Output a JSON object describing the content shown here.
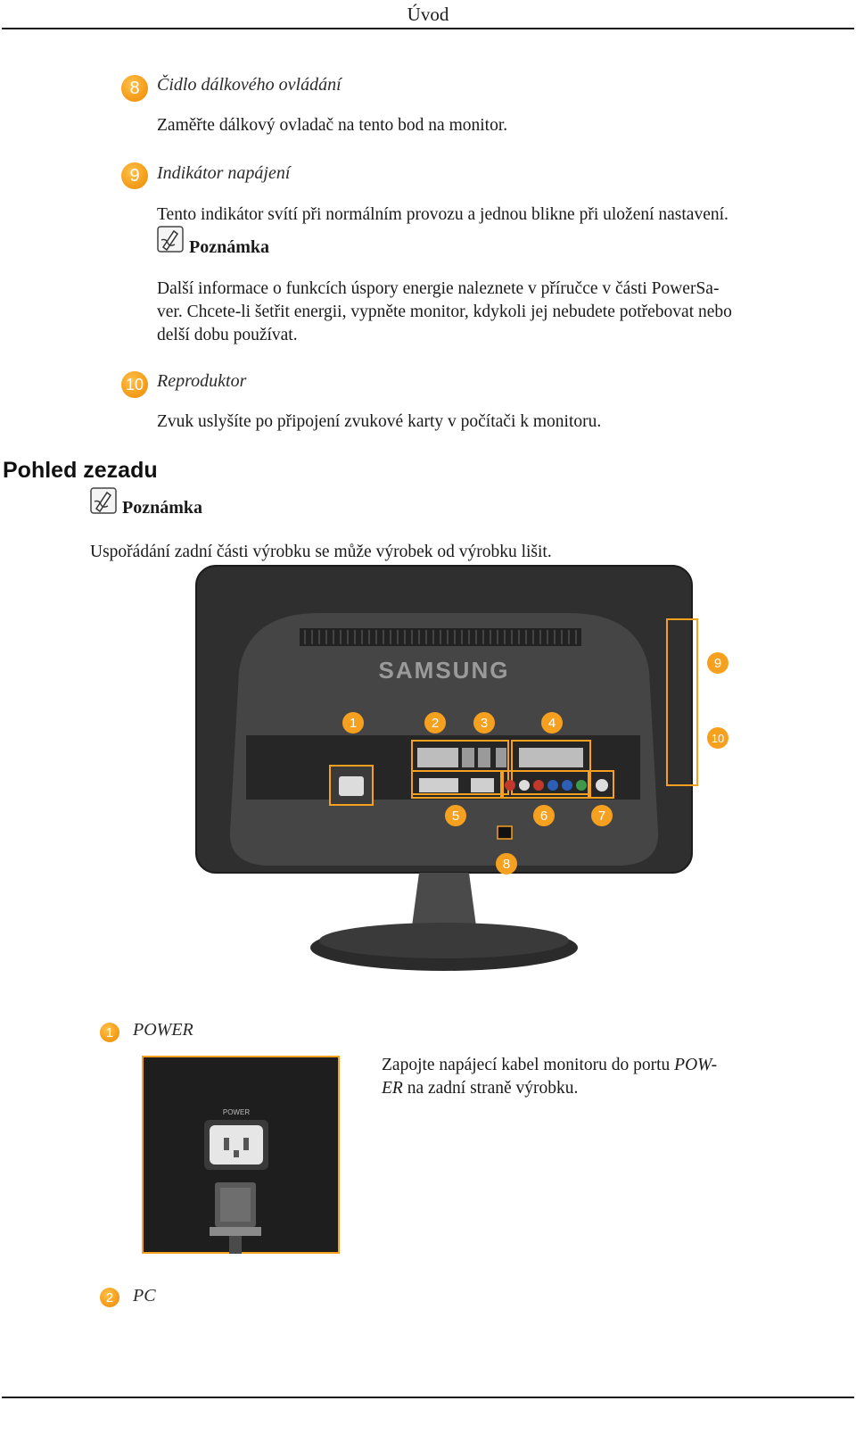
{
  "header": {
    "title": "Úvod"
  },
  "items": [
    {
      "number": "8",
      "title": "Čidlo dálkového ovládání",
      "text": "Zaměřte dálkový ovladač na tento bod na monitor."
    },
    {
      "number": "9",
      "title": "Indikátor napájení",
      "text": "Tento indikátor svítí při normálním provozu a jednou blikne při uložení nastavení."
    },
    {
      "number": "10",
      "title": "Reproduktor",
      "text": "Zvuk uslyšíte po připojení zvukové karty v počítači k monitoru."
    }
  ],
  "note1": {
    "label": "Poznámka",
    "lines": [
      "Další informace o funkcích úspory energie naleznete v příručce v části PowerSa-",
      "ver. Chcete-li šetřit energii, vypněte monitor, kdykoli jej nebudete potřebovat nebo",
      "delší dobu používat."
    ]
  },
  "section": {
    "title": "Pohled zezadu"
  },
  "note2": {
    "label": "Poznámka",
    "text": "Uspořádání zadní části výrobku se může výrobek od výrobku lišit."
  },
  "monitor_image": {
    "brand": "SAMSUNG",
    "callouts": [
      "1",
      "2",
      "3",
      "4",
      "5",
      "6",
      "7",
      "8",
      "9",
      "10"
    ]
  },
  "power": {
    "number": "1",
    "title": "POWER",
    "port_label": "POWER",
    "desc_line1_pre": "Zapojte napájecí kabel monitoru do portu ",
    "desc_line1_it": "POW-",
    "desc_line2_it": "ER",
    "desc_line2_post": " na zadní straně výrobku."
  },
  "pc": {
    "number": "2",
    "title": "PC"
  },
  "colors": {
    "accent": "#f6a01f",
    "monitor": "#3a3a3a",
    "panel": "#1e1e1e"
  }
}
